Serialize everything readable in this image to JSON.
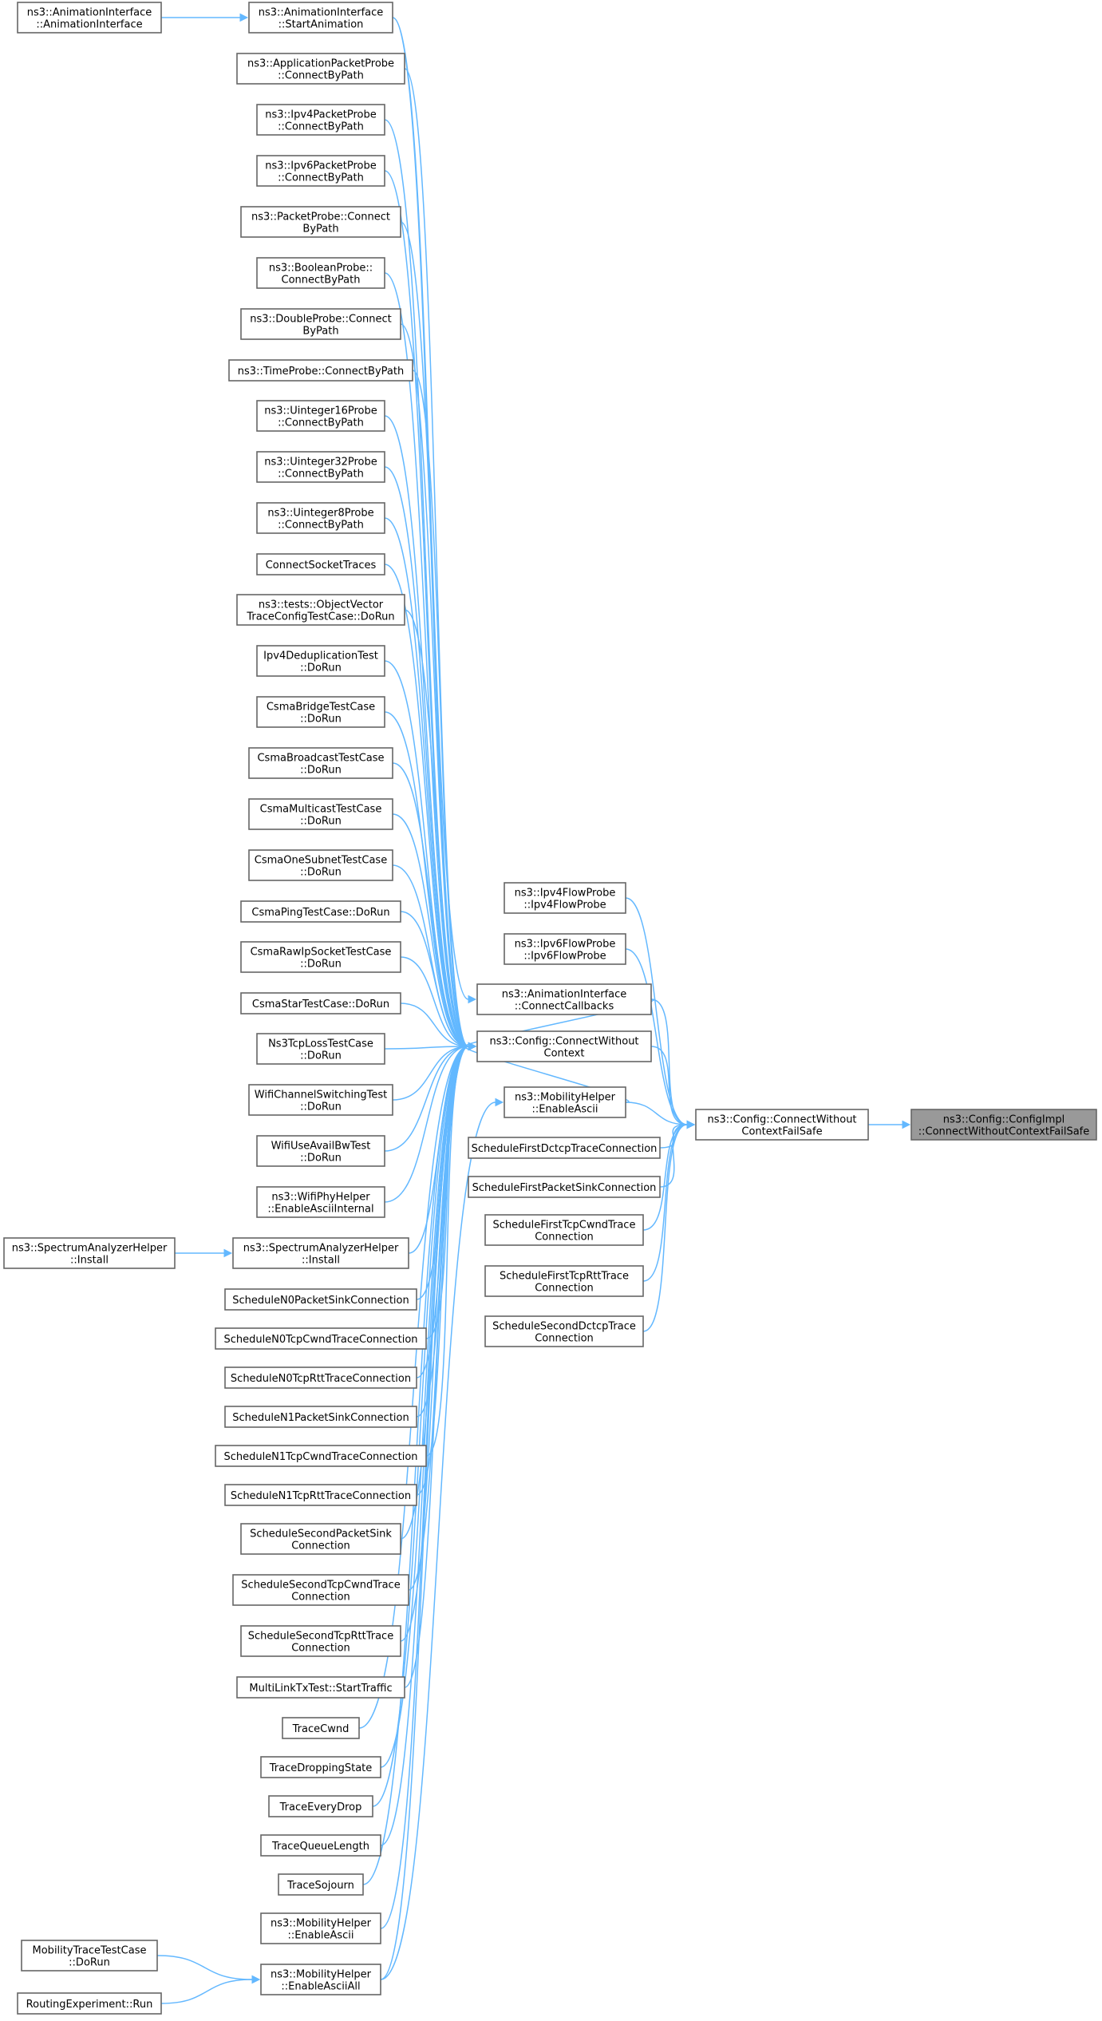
{
  "graph": {
    "nodes": [
      {
        "id": "root",
        "lines": [
          "ns3::Config::ConfigImpl",
          "::ConnectWithoutContextFailSafe"
        ]
      },
      {
        "id": "cwcfs",
        "lines": [
          "ns3::Config::ConnectWithout",
          "ContextFailSafe"
        ]
      },
      {
        "id": "cwc",
        "lines": [
          "ns3::Config::ConnectWithout",
          "Context"
        ]
      },
      {
        "id": "ipv4fp",
        "lines": [
          "ns3::Ipv4FlowProbe",
          "::Ipv4FlowProbe"
        ]
      },
      {
        "id": "ipv6fp",
        "lines": [
          "ns3::Ipv6FlowProbe",
          "::Ipv6FlowProbe"
        ]
      },
      {
        "id": "aicc",
        "lines": [
          "ns3::AnimationInterface",
          "::ConnectCallbacks"
        ]
      },
      {
        "id": "mhea",
        "lines": [
          "ns3::MobilityHelper",
          "::EnableAscii"
        ]
      },
      {
        "id": "sfdctcp",
        "lines": [
          "ScheduleFirstDctcpTraceConnection"
        ]
      },
      {
        "id": "sfpsink",
        "lines": [
          "ScheduleFirstPacketSinkConnection"
        ]
      },
      {
        "id": "sftcpcwnd",
        "lines": [
          "ScheduleFirstTcpCwndTrace",
          "Connection"
        ]
      },
      {
        "id": "sftcprtt",
        "lines": [
          "ScheduleFirstTcpRttTrace",
          "Connection"
        ]
      },
      {
        "id": "ssdctcp",
        "lines": [
          "ScheduleSecondDctcpTrace",
          "Connection"
        ]
      },
      {
        "id": "aisa",
        "lines": [
          "ns3::AnimationInterface",
          "::StartAnimation"
        ]
      },
      {
        "id": "aiai",
        "lines": [
          "ns3::AnimationInterface",
          "::AnimationInterface"
        ]
      },
      {
        "id": "appprobe",
        "lines": [
          "ns3::ApplicationPacketProbe",
          "::ConnectByPath"
        ]
      },
      {
        "id": "ipv4pp",
        "lines": [
          "ns3::Ipv4PacketProbe",
          "::ConnectByPath"
        ]
      },
      {
        "id": "ipv6pp",
        "lines": [
          "ns3::Ipv6PacketProbe",
          "::ConnectByPath"
        ]
      },
      {
        "id": "pp",
        "lines": [
          "ns3::PacketProbe::Connect",
          "ByPath"
        ]
      },
      {
        "id": "bp",
        "lines": [
          "ns3::BooleanProbe::",
          "ConnectByPath"
        ]
      },
      {
        "id": "dp",
        "lines": [
          "ns3::DoubleProbe::Connect",
          "ByPath"
        ]
      },
      {
        "id": "tp",
        "lines": [
          "ns3::TimeProbe::ConnectByPath"
        ]
      },
      {
        "id": "u16",
        "lines": [
          "ns3::Uinteger16Probe",
          "::ConnectByPath"
        ]
      },
      {
        "id": "u32",
        "lines": [
          "ns3::Uinteger32Probe",
          "::ConnectByPath"
        ]
      },
      {
        "id": "u8",
        "lines": [
          "ns3::Uinteger8Probe",
          "::ConnectByPath"
        ]
      },
      {
        "id": "cst",
        "lines": [
          "ConnectSocketTraces"
        ]
      },
      {
        "id": "ovtc",
        "lines": [
          "ns3::tests::ObjectVector",
          "TraceConfigTestCase::DoRun"
        ]
      },
      {
        "id": "ipv4dd",
        "lines": [
          "Ipv4DeduplicationTest",
          "::DoRun"
        ]
      },
      {
        "id": "csbr",
        "lines": [
          "CsmaBridgeTestCase",
          "::DoRun"
        ]
      },
      {
        "id": "csbc",
        "lines": [
          "CsmaBroadcastTestCase",
          "::DoRun"
        ]
      },
      {
        "id": "csmc",
        "lines": [
          "CsmaMulticastTestCase",
          "::DoRun"
        ]
      },
      {
        "id": "csos",
        "lines": [
          "CsmaOneSubnetTestCase",
          "::DoRun"
        ]
      },
      {
        "id": "csping",
        "lines": [
          "CsmaPingTestCase::DoRun"
        ]
      },
      {
        "id": "csraw",
        "lines": [
          "CsmaRawIpSocketTestCase",
          "::DoRun"
        ]
      },
      {
        "id": "csstar",
        "lines": [
          "CsmaStarTestCase::DoRun"
        ]
      },
      {
        "id": "ns3tcp",
        "lines": [
          "Ns3TcpLossTestCase",
          "::DoRun"
        ]
      },
      {
        "id": "wcst",
        "lines": [
          "WifiChannelSwitchingTest",
          "::DoRun"
        ]
      },
      {
        "id": "wuab",
        "lines": [
          "WifiUseAvailBwTest",
          "::DoRun"
        ]
      },
      {
        "id": "wphy",
        "lines": [
          "ns3::WifiPhyHelper",
          "::EnableAsciiInternal"
        ]
      },
      {
        "id": "sahi",
        "lines": [
          "ns3::SpectrumAnalyzerHelper",
          "::Install"
        ]
      },
      {
        "id": "sahi2",
        "lines": [
          "ns3::SpectrumAnalyzerHelper",
          "::Install"
        ]
      },
      {
        "id": "n0ps",
        "lines": [
          "ScheduleN0PacketSinkConnection"
        ]
      },
      {
        "id": "n0cw",
        "lines": [
          "ScheduleN0TcpCwndTraceConnection"
        ]
      },
      {
        "id": "n0rtt",
        "lines": [
          "ScheduleN0TcpRttTraceConnection"
        ]
      },
      {
        "id": "n1ps",
        "lines": [
          "ScheduleN1PacketSinkConnection"
        ]
      },
      {
        "id": "n1cw",
        "lines": [
          "ScheduleN1TcpCwndTraceConnection"
        ]
      },
      {
        "id": "n1rtt",
        "lines": [
          "ScheduleN1TcpRttTraceConnection"
        ]
      },
      {
        "id": "sspsink",
        "lines": [
          "ScheduleSecondPacketSink",
          "Connection"
        ]
      },
      {
        "id": "sscwnd",
        "lines": [
          "ScheduleSecondTcpCwndTrace",
          "Connection"
        ]
      },
      {
        "id": "ssrtt",
        "lines": [
          "ScheduleSecondTcpRttTrace",
          "Connection"
        ]
      },
      {
        "id": "mltx",
        "lines": [
          "MultiLinkTxTest::StartTraffic"
        ]
      },
      {
        "id": "tcwnd",
        "lines": [
          "TraceCwnd"
        ]
      },
      {
        "id": "tdrop",
        "lines": [
          "TraceDroppingState"
        ]
      },
      {
        "id": "tedrop",
        "lines": [
          "TraceEveryDrop"
        ]
      },
      {
        "id": "tql",
        "lines": [
          "TraceQueueLength"
        ]
      },
      {
        "id": "tsoj",
        "lines": [
          "TraceSojourn"
        ]
      },
      {
        "id": "mhea2",
        "lines": [
          "ns3::MobilityHelper",
          "::EnableAscii"
        ]
      },
      {
        "id": "mheaa",
        "lines": [
          "ns3::MobilityHelper",
          "::EnableAsciiAll"
        ]
      },
      {
        "id": "mttc",
        "lines": [
          "MobilityTraceTestCase",
          "::DoRun"
        ]
      },
      {
        "id": "rerun",
        "lines": [
          "RoutingExperiment::Run"
        ]
      }
    ],
    "edges": [
      [
        "cwcfs",
        "root"
      ],
      [
        "cwc",
        "cwcfs"
      ],
      [
        "ipv4fp",
        "cwcfs"
      ],
      [
        "ipv6fp",
        "cwcfs"
      ],
      [
        "aicc",
        "cwcfs"
      ],
      [
        "mhea",
        "cwcfs"
      ],
      [
        "sfdctcp",
        "cwcfs"
      ],
      [
        "sfpsink",
        "cwcfs"
      ],
      [
        "sftcpcwnd",
        "cwcfs"
      ],
      [
        "sftcprtt",
        "cwcfs"
      ],
      [
        "ssdctcp",
        "cwcfs"
      ],
      [
        "aicc",
        "cwc"
      ],
      [
        "mhea",
        "cwc"
      ],
      [
        "aisa",
        "cwc"
      ],
      [
        "appprobe",
        "cwc"
      ],
      [
        "ipv4pp",
        "cwc"
      ],
      [
        "ipv6pp",
        "cwc"
      ],
      [
        "pp",
        "cwc"
      ],
      [
        "bp",
        "cwc"
      ],
      [
        "dp",
        "cwc"
      ],
      [
        "tp",
        "cwc"
      ],
      [
        "u16",
        "cwc"
      ],
      [
        "u32",
        "cwc"
      ],
      [
        "u8",
        "cwc"
      ],
      [
        "cst",
        "cwc"
      ],
      [
        "ovtc",
        "cwc"
      ],
      [
        "ipv4dd",
        "cwc"
      ],
      [
        "csbr",
        "cwc"
      ],
      [
        "csbc",
        "cwc"
      ],
      [
        "csmc",
        "cwc"
      ],
      [
        "csos",
        "cwc"
      ],
      [
        "csping",
        "cwc"
      ],
      [
        "csraw",
        "cwc"
      ],
      [
        "csstar",
        "cwc"
      ],
      [
        "ns3tcp",
        "cwc"
      ],
      [
        "wcst",
        "cwc"
      ],
      [
        "wuab",
        "cwc"
      ],
      [
        "wphy",
        "cwc"
      ],
      [
        "sahi",
        "cwc"
      ],
      [
        "n0ps",
        "cwc"
      ],
      [
        "n0cw",
        "cwc"
      ],
      [
        "n0rtt",
        "cwc"
      ],
      [
        "n1ps",
        "cwc"
      ],
      [
        "n1cw",
        "cwc"
      ],
      [
        "n1rtt",
        "cwc"
      ],
      [
        "sspsink",
        "cwc"
      ],
      [
        "sscwnd",
        "cwc"
      ],
      [
        "ssrtt",
        "cwc"
      ],
      [
        "mltx",
        "cwc"
      ],
      [
        "tcwnd",
        "cwc"
      ],
      [
        "tdrop",
        "cwc"
      ],
      [
        "tedrop",
        "cwc"
      ],
      [
        "tql",
        "cwc"
      ],
      [
        "tsoj",
        "cwc"
      ],
      [
        "mhea2",
        "cwc"
      ],
      [
        "mheaa",
        "cwc"
      ],
      [
        "aiai",
        "aisa"
      ],
      [
        "aisa",
        "aicc"
      ],
      [
        "sahi2",
        "sahi"
      ],
      [
        "mheaa",
        "mhea"
      ],
      [
        "mttc",
        "mheaa"
      ],
      [
        "rerun",
        "mheaa"
      ]
    ]
  }
}
